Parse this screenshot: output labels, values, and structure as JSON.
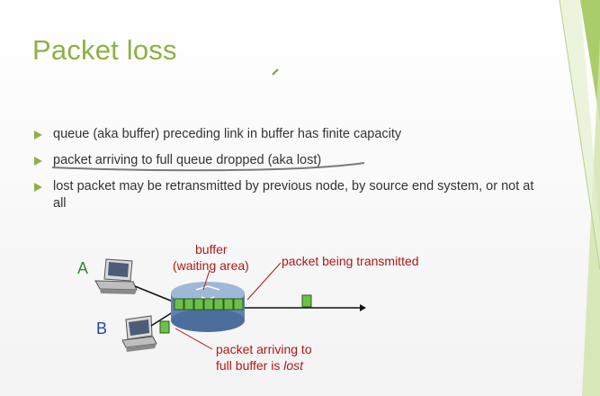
{
  "slide": {
    "title": "Packet loss",
    "bullets": [
      "queue (aka buffer) preceding link in buffer has finite capacity",
      "packet arriving to full queue dropped (aka lost)",
      "lost packet may be retransmitted by previous node, by source end system, or not at all"
    ]
  },
  "diagram": {
    "host_a": "A",
    "host_b": "B",
    "buffer_label": "buffer",
    "buffer_sub": "(waiting area)",
    "transmitted_label": "packet being transmitted",
    "arriving_line1": "packet arriving to",
    "arriving_line2": "full buffer is",
    "arriving_line2_italic": "lost"
  },
  "colors": {
    "title": "#8fb044",
    "accent_green": "#8fb044",
    "label_red": "#b11717",
    "host_blue": "#1f4aa8",
    "host_green": "#2e8b2e",
    "packet_green": "#6cc04a",
    "router_blue": "#5e82b3"
  }
}
